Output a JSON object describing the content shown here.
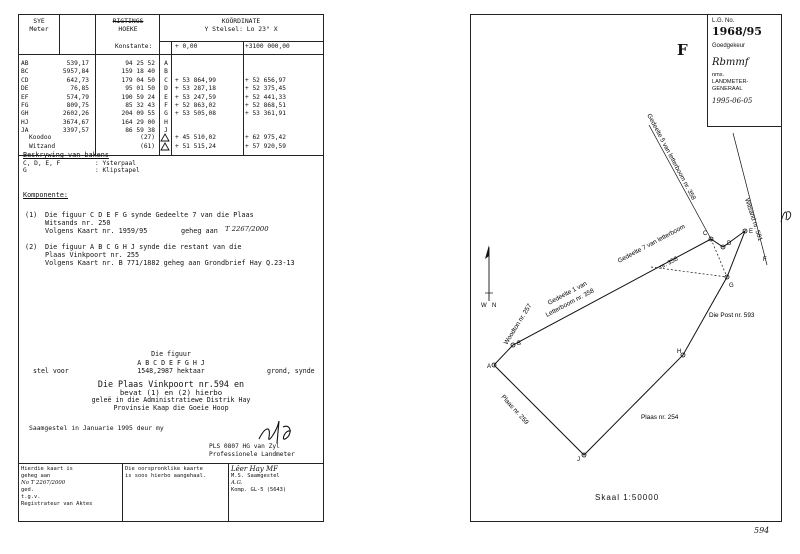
{
  "table": {
    "head_syde": "SYE",
    "head_meter": "Meter",
    "head_rigtings": "RIGTINGS",
    "head_hoeke": "HOEKE",
    "head_koordinate": "KOÖRDINATE",
    "head_stelsel": "Y   Stelsel: Lo 23°  X",
    "konstante_label": "Konstante:",
    "konstante_y": "+      0,00",
    "konstante_x": "+3100 000,00",
    "rows": [
      {
        "side": "AB",
        "length": "539,17",
        "dir": "94 25 52",
        "pt": "A",
        "y": "",
        "x": ""
      },
      {
        "side": "BC",
        "length": "5957,84",
        "dir": "159 18 40",
        "pt": "B",
        "y": "",
        "x": ""
      },
      {
        "side": "CD",
        "length": "642,73",
        "dir": "179 04 50",
        "pt": "C",
        "y": "+ 53 864,99",
        "x": "+ 52 656,97"
      },
      {
        "side": "DE",
        "length": "76,85",
        "dir": "95 01 50",
        "pt": "D",
        "y": "+ 53 287,18",
        "x": "+ 52 375,45"
      },
      {
        "side": "EF",
        "length": "574,79",
        "dir": "190 59 24",
        "pt": "E",
        "y": "+ 53 247,59",
        "x": "+ 52 441,33"
      },
      {
        "side": "FG",
        "length": "809,75",
        "dir": "85 32 43",
        "pt": "F",
        "y": "+ 52 863,02",
        "x": "+ 52 868,51"
      },
      {
        "side": "GH",
        "length": "2602,26",
        "dir": "204 09 55",
        "pt": "G",
        "y": "+ 53 505,08",
        "x": "+ 53 361,91"
      },
      {
        "side": "HJ",
        "length": "3674,67",
        "dir": "164 29 00",
        "pt": "H",
        "y": "",
        "x": ""
      },
      {
        "side": "JA",
        "length": "3397,57",
        "dir": "86 59 38",
        "pt": "J",
        "y": "",
        "x": ""
      }
    ],
    "koordoo_label": "Koodoo",
    "koordoo_num": "(27)",
    "koordoo_y": "+ 45 510,02",
    "koordoo_x": "+ 62 975,42",
    "witzand_label": "Witzand",
    "witzand_num": "(61)",
    "witzand_y": "+ 51 515,24",
    "witzand_x": "+ 57 920,59"
  },
  "bakens": {
    "title": "Beskrywing van bakens",
    "line1_pts": "C, D, E, F",
    "line1_desc": ": Ysterpaal",
    "line2_pts": "G",
    "line2_desc": ": Klipstapel"
  },
  "komponente": {
    "title": "Komponente:",
    "n1": "(1)",
    "c1_line1": "Die figuur C D E F G synde Gedeelte 7 van die Plaas",
    "c1_line2": "Witsands nr. 250",
    "c1_line3": "Volgens Kaart nr. 1959/95",
    "c1_geheg": "geheg aan",
    "c1_hand": "T 2267/2000",
    "n2": "(2)",
    "c2_line1": "Die figuur A B C G H J synde die restant van die",
    "c2_line2": "Plaas Vinkpoort nr. 255",
    "c2_line3": "Volgens Kaart nr. B 771/1882  geheg aan Grondbrief Hay Q.23-13"
  },
  "figuur": {
    "line1": "Die figuur",
    "line2": "A B C D E F G H J",
    "stel_voor": "stel voor",
    "area": "1548,2987 hektaar",
    "grond": "grond, synde",
    "main1": "Die Plaas Vinkpoort nr.594 en",
    "main2": "bevat (1) en (2) hierbo",
    "main3": "geleë in die Administratiewe Distrik Hay",
    "main4": "Provinsie Kaap die Goeie Hoop"
  },
  "saamgestel": "Saamgestel in Januarie 1995 deur my",
  "signer": {
    "line1": "PLS 0807   HG van Zyl",
    "line2": "Professionele Landmeter"
  },
  "footer": {
    "c1_l1": "Hierdie kaart is",
    "c1_l2": "geheg aan",
    "c1_l3": "No  T 2267/2000",
    "c1_l4": "ged.",
    "c1_l5": "t.g.v.",
    "c1_l6": "Registrateur van Aktes",
    "c2_l1": "Die oorspronklike kaarte",
    "c2_l2": "is soos hierbo aangehaal.",
    "c3_l1": "Lêer Hay MF",
    "c3_l2": "M.S. Saamgestel",
    "c3_l3": "A.G.",
    "c3_l4": "Komp. GL-5 (5643)"
  },
  "lg": {
    "label": "L.G. No.",
    "number": "1968/95",
    "goedgekeur": "Goedgekeur",
    "signature": "Rbmmf",
    "title1": "nms.",
    "title2": "LANDMETER-",
    "title3": "GENERAAL",
    "date": "1995-06-05"
  },
  "map": {
    "letter": "F",
    "labels": {
      "gedeelte5": "Gedeelte 5 van letterboom nr. 358",
      "gedeelte7": "Gedeelte 7 van letterboom",
      "gedeelte7b": "nr. 358",
      "gedeelte1a": "Gedeelte 1 van",
      "gedeelte1b": "Letterboom nr. 358",
      "woodton": "Woodton nr. 257",
      "witsand": "Witsand nr. 581",
      "diepost": "Die Post nr. 593",
      "plaas254": "Plaas nr. 254",
      "plaas259": "Plaas nr. 259",
      "w": "W",
      "n": "N"
    },
    "points": [
      "A",
      "B",
      "C",
      "D",
      "E",
      "F",
      "G",
      "H",
      "J"
    ]
  },
  "scale": "Skaal  1:50000",
  "page_number": "594"
}
